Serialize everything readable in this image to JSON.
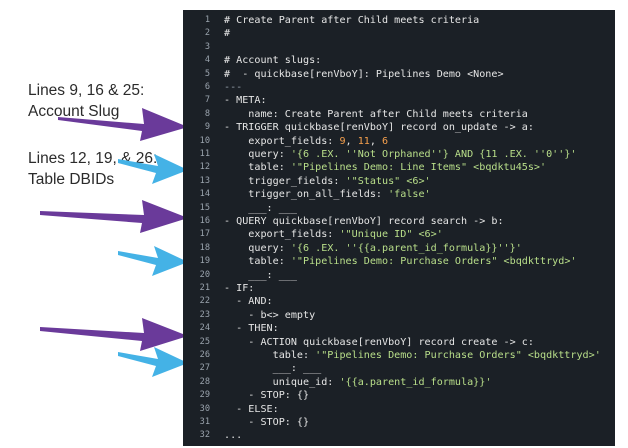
{
  "annotations": {
    "slug_title": "Lines 9, 16 & 25:",
    "slug_sub": "Account Slug",
    "dbid_title": "Lines 12, 19, & 26:",
    "dbid_sub": "Table DBIDs"
  },
  "colors": {
    "editor_bg": "#1b2026",
    "text": "#e6e6e6",
    "string": "#b9df8a",
    "number": "#f6a04d",
    "line_number": "#9aa3ad",
    "purple_arrow": "#6a3a9a",
    "blue_arrow": "#44b2e6"
  },
  "code_lines": [
    {
      "n": "1",
      "segs": [
        [
          "# Create Parent after Child meets criteria",
          "txt"
        ]
      ]
    },
    {
      "n": "2",
      "segs": [
        [
          "#",
          "txt"
        ]
      ]
    },
    {
      "n": "3",
      "segs": []
    },
    {
      "n": "4",
      "segs": [
        [
          "# Account slugs:",
          "txt"
        ]
      ]
    },
    {
      "n": "5",
      "segs": [
        [
          "#  - quickbase[renVboY]: Pipelines Demo <None>",
          "txt"
        ]
      ]
    },
    {
      "n": "6",
      "segs": [
        [
          "---",
          "mut"
        ]
      ]
    },
    {
      "n": "7",
      "segs": [
        [
          "- META:",
          "txt"
        ]
      ]
    },
    {
      "n": "8",
      "segs": [
        [
          "    name: Create Parent after Child meets criteria",
          "txt"
        ]
      ]
    },
    {
      "n": "9",
      "segs": [
        [
          "- TRIGGER quickbase[renVboY] record on_update -> a:",
          "txt"
        ]
      ]
    },
    {
      "n": "10",
      "segs": [
        [
          "    export_fields: ",
          "txt"
        ],
        [
          "9",
          "num"
        ],
        [
          ", ",
          "txt"
        ],
        [
          "11",
          "num"
        ],
        [
          ", ",
          "txt"
        ],
        [
          "6",
          "num"
        ]
      ]
    },
    {
      "n": "11",
      "segs": [
        [
          "    query: ",
          "txt"
        ],
        [
          "'{6 .EX. ''Not Orphaned''} AND {11 .EX. ''0''}'",
          "str"
        ]
      ]
    },
    {
      "n": "12",
      "segs": [
        [
          "    table: ",
          "txt"
        ],
        [
          "'\"Pipelines Demo: Line Items\" <bqdktu45s>'",
          "str"
        ]
      ]
    },
    {
      "n": "13",
      "segs": [
        [
          "    trigger_fields: ",
          "txt"
        ],
        [
          "'\"Status\" <6>'",
          "str"
        ]
      ]
    },
    {
      "n": "14",
      "segs": [
        [
          "    trigger_on_all_fields: ",
          "txt"
        ],
        [
          "'false'",
          "str"
        ]
      ]
    },
    {
      "n": "15",
      "segs": [
        [
          "    ___: ___",
          "txt"
        ]
      ]
    },
    {
      "n": "16",
      "segs": [
        [
          "- QUERY quickbase[renVboY] record search -> b:",
          "txt"
        ]
      ]
    },
    {
      "n": "17",
      "segs": [
        [
          "    export_fields: ",
          "txt"
        ],
        [
          "'\"Unique ID\" <6>'",
          "str"
        ]
      ]
    },
    {
      "n": "18",
      "segs": [
        [
          "    query: ",
          "txt"
        ],
        [
          "'{6 .EX. ''{{a.parent_id_formula}}''}'",
          "str"
        ]
      ]
    },
    {
      "n": "19",
      "segs": [
        [
          "    table: ",
          "txt"
        ],
        [
          "'\"Pipelines Demo: Purchase Orders\" <bqdkttryd>'",
          "str"
        ]
      ]
    },
    {
      "n": "20",
      "segs": [
        [
          "    ___: ___",
          "txt"
        ]
      ]
    },
    {
      "n": "21",
      "segs": [
        [
          "- IF:",
          "txt"
        ]
      ]
    },
    {
      "n": "22",
      "segs": [
        [
          "  - AND:",
          "txt"
        ]
      ]
    },
    {
      "n": "23",
      "segs": [
        [
          "    - b<> empty",
          "txt"
        ]
      ]
    },
    {
      "n": "24",
      "segs": [
        [
          "  - THEN:",
          "txt"
        ]
      ]
    },
    {
      "n": "25",
      "segs": [
        [
          "    - ACTION quickbase[renVboY] record create -> c:",
          "txt"
        ]
      ]
    },
    {
      "n": "26",
      "segs": [
        [
          "        table: ",
          "txt"
        ],
        [
          "'\"Pipelines Demo: Purchase Orders\" <bqdkttryd>'",
          "str"
        ]
      ]
    },
    {
      "n": "27",
      "segs": [
        [
          "        ___: ___",
          "txt"
        ]
      ]
    },
    {
      "n": "28",
      "segs": [
        [
          "        unique_id: ",
          "txt"
        ],
        [
          "'{{a.parent_id_formula}}'",
          "str"
        ]
      ]
    },
    {
      "n": "29",
      "segs": [
        [
          "    - STOP: {}",
          "txt"
        ]
      ]
    },
    {
      "n": "30",
      "segs": [
        [
          "  - ELSE:",
          "txt"
        ]
      ]
    },
    {
      "n": "31",
      "segs": [
        [
          "    - STOP: {}",
          "txt"
        ]
      ]
    },
    {
      "n": "32",
      "segs": [
        [
          "...",
          "txt"
        ]
      ]
    }
  ]
}
